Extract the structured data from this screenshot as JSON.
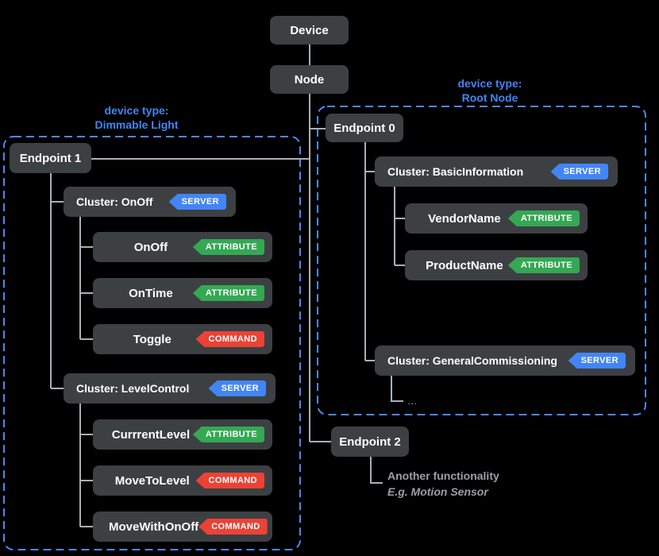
{
  "tree": {
    "device": "Device",
    "node": "Node"
  },
  "left_group": {
    "device_type_label": {
      "line1": "device type:",
      "line2": "Dimmable Light"
    },
    "endpoint": "Endpoint 1",
    "clusters": [
      {
        "label": "Cluster: OnOff",
        "badge": "SERVER",
        "children": [
          {
            "label": "OnOff",
            "badge": "ATTRIBUTE"
          },
          {
            "label": "OnTime",
            "badge": "ATTRIBUTE"
          },
          {
            "label": "Toggle",
            "badge": "COMMAND"
          }
        ]
      },
      {
        "label": "Cluster: LevelControl",
        "badge": "SERVER",
        "children": [
          {
            "label": "CurrrentLevel",
            "badge": "ATTRIBUTE"
          },
          {
            "label": "MoveToLevel",
            "badge": "COMMAND"
          },
          {
            "label": "MoveWithOnOff",
            "badge": "COMMAND"
          }
        ]
      }
    ]
  },
  "right_group": {
    "device_type_label": {
      "line1": "device type:",
      "line2": "Root Node"
    },
    "endpoint": "Endpoint 0",
    "clusters": [
      {
        "label": "Cluster: BasicInformation",
        "badge": "SERVER",
        "children": [
          {
            "label": "VendorName",
            "badge": "ATTRIBUTE"
          },
          {
            "label": "ProductName",
            "badge": "ATTRIBUTE"
          }
        ]
      },
      {
        "label": "Cluster: GeneralCommissioning",
        "badge": "SERVER",
        "ellipsis": "..."
      }
    ]
  },
  "endpoint2": {
    "label": "Endpoint 2",
    "note_line1": "Another functionality",
    "note_line2": "E.g. Motion Sensor"
  },
  "colors": {
    "background": "#000000",
    "box_fill": "#3c4043",
    "server_badge": "#4285f4",
    "attribute_badge": "#34a853",
    "command_badge": "#ea4335",
    "group_accent": "#4d87f5",
    "connector_line": "#aab0b5",
    "note_text": "#9aa0a6"
  }
}
